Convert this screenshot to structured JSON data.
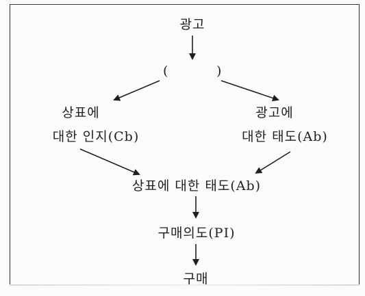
{
  "diagram": {
    "nodes": {
      "ad": "광고",
      "blank_open": "(",
      "blank_close": ")",
      "brand_awareness_line1": "상표에",
      "brand_awareness_line2": "대한 인지(Cb)",
      "ad_attitude_line1": "광고에",
      "ad_attitude_line2": "대한 태도(Ab)",
      "brand_attitude": "상표에 대한 태도(Ab)",
      "purchase_intention": "구매의도(PI)",
      "purchase": "구매"
    },
    "colors": {
      "ink": "#1f1f1f",
      "frame": "#2a2a2a",
      "paper": "#fbfbfb"
    }
  }
}
